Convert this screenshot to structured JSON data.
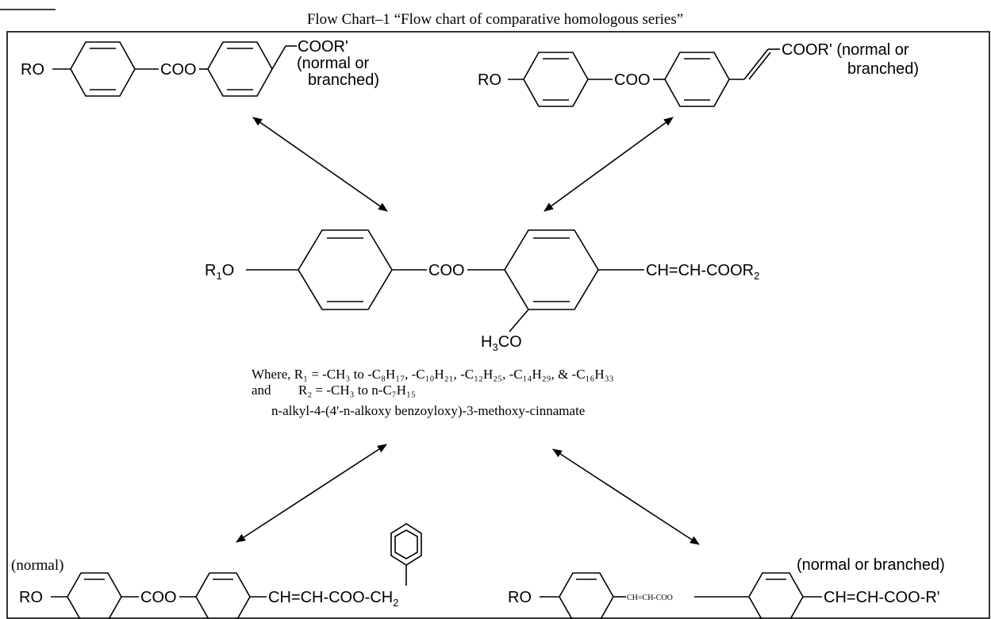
{
  "caption": "Flow Chart–1 “Flow chart of comparative homologous series”",
  "top_left": {
    "ro": "RO",
    "coo": "COO",
    "coor": "COOR'",
    "note_line1": "(normal or",
    "note_line2": "branched)"
  },
  "top_right": {
    "ro": "RO",
    "coo": "COO",
    "coor": "COOR' (normal or",
    "note_line2": "branched)"
  },
  "center": {
    "r1o_main": "R",
    "r1o_sub": "1",
    "r1o_tail": "O",
    "coo": "COO",
    "chain_main": "CH=CH-COOR",
    "chain_sub": "2",
    "methoxy_h": "H",
    "methoxy_sub": "3",
    "methoxy_tail": "CO",
    "where_line1": "Where, R₁ = -CH₃ to -C₈H₁₇, -C₁₀H₂₁, -C₁₂H₂₅, -C₁₄H₂₉, & -C₁₆H₃₃",
    "where_line2_and": "and",
    "where_line2_rest": "R₂ = -CH₃ to n-C₇H₁₅",
    "name": "n-alkyl-4-(4'-n-alkoxy benzoyloxy)-3-methoxy-cinnamate"
  },
  "bottom_left": {
    "label": "(normal)",
    "ro": "RO",
    "coo": "COO",
    "chain_main": "CH=CH-COO-CH",
    "chain_sub": "2"
  },
  "bottom_right": {
    "label": "(normal or branched)",
    "ro": "RO",
    "linker": "CH=CH-COO",
    "chain": "CH=CH-COO-R'"
  }
}
